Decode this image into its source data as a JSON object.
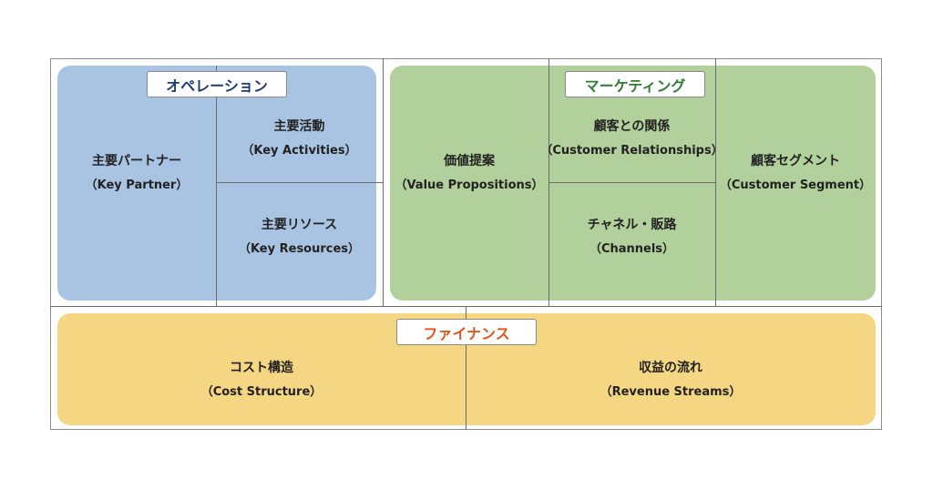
{
  "colors": {
    "operations_panel": "#a9c4e2",
    "marketing_panel": "#b1d09b",
    "finance_panel": "#f5d783",
    "operations_label": "#1f3a7a",
    "marketing_label": "#2e7d32",
    "finance_label": "#e0541b"
  },
  "operations": {
    "label": "オペレーション",
    "key_partner": {
      "jp": "主要パートナー",
      "en": "（Key Partner）"
    },
    "key_activities": {
      "jp": "主要活動",
      "en": "（Key Activities）"
    },
    "key_resources": {
      "jp": "主要リソース",
      "en": "（Key Resources）"
    }
  },
  "marketing": {
    "label": "マーケティング",
    "value_propositions": {
      "jp": "価値提案",
      "en": "（Value Propositions）"
    },
    "customer_relationships": {
      "jp": "顧客との関係",
      "en": "（Customer Relationships）"
    },
    "channels": {
      "jp": "チャネル・販路",
      "en": "（Channels）"
    },
    "customer_segment": {
      "jp": "顧客セグメント",
      "en": "（Customer Segment）"
    }
  },
  "finance": {
    "label": "ファイナンス",
    "cost_structure": {
      "jp": "コスト構造",
      "en": "（Cost Structure）"
    },
    "revenue_streams": {
      "jp": "収益の流れ",
      "en": "（Revenue Streams）"
    }
  }
}
